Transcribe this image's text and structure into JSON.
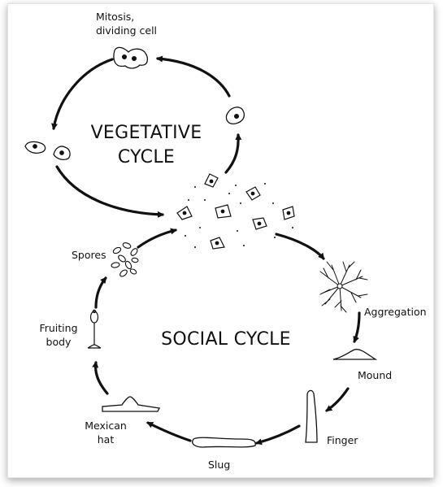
{
  "diagram": {
    "cycles": {
      "vegetative": {
        "line1": "VEGETATIVE",
        "line2": "CYCLE"
      },
      "social": {
        "title": "SOCIAL CYCLE"
      }
    },
    "stages": {
      "mitosis": {
        "line1": "Mitosis,",
        "line2": "dividing cell"
      },
      "aggregation": "Aggregation",
      "mound": "Mound",
      "finger": "Finger",
      "slug": "Slug",
      "mexican_hat": {
        "line1": "Mexican",
        "line2": "hat"
      },
      "fruiting_body": {
        "line1": "Fruiting",
        "line2": "body"
      },
      "spores": "Spores"
    },
    "colors": {
      "ink": "#111111",
      "paper": "#ffffff",
      "frame_border": "#e4e4e4"
    }
  }
}
